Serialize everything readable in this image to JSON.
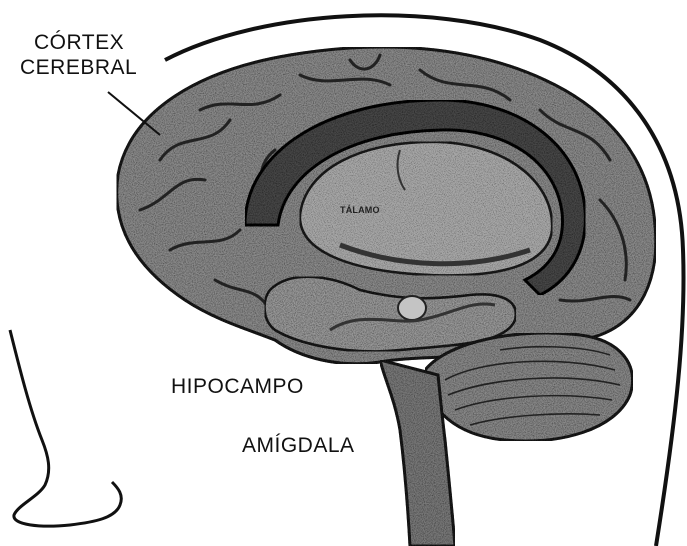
{
  "labels": {
    "cortex_line1": "CÓRTEX",
    "cortex_line2": "CEREBRAL",
    "talamo": "TÁLAMO",
    "hipocampo": "HIPOCAMPO",
    "amigdala": "AMÍGDALA"
  }
}
